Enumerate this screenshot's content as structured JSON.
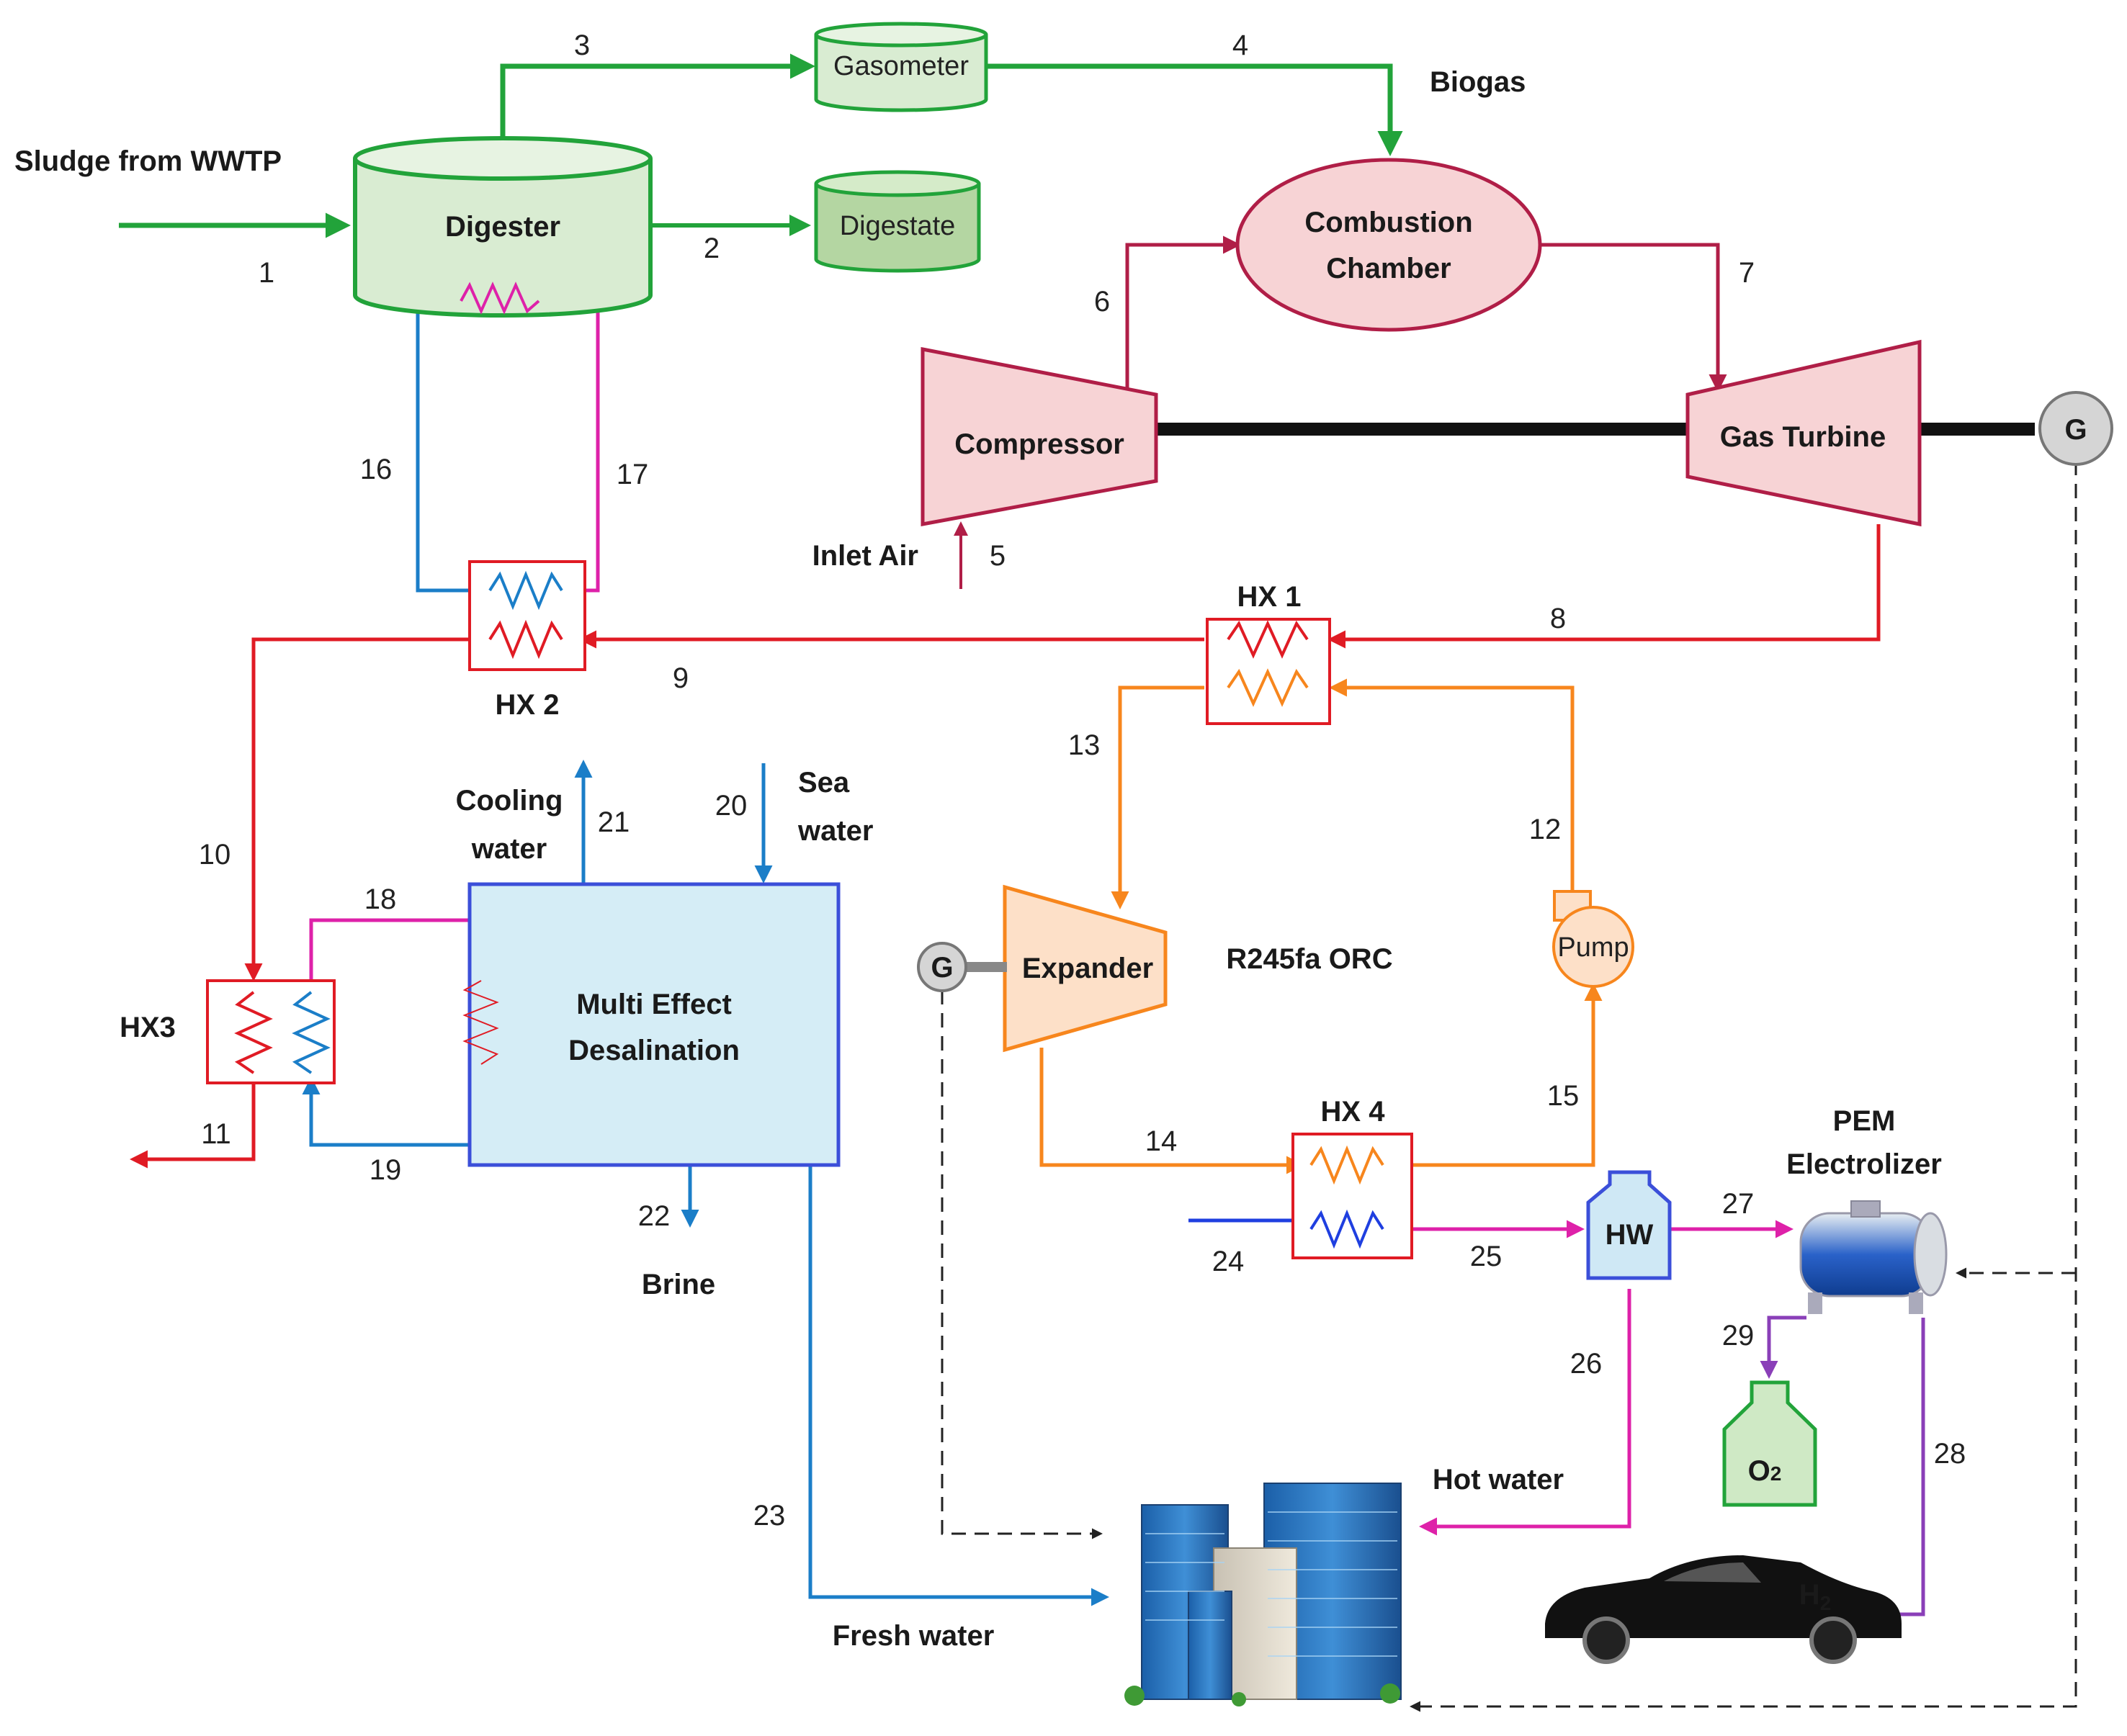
{
  "colors": {
    "green": "#22a33a",
    "crimson": "#b01e47",
    "red": "#e01b24",
    "orange": "#f7861d",
    "magenta": "#de21a9",
    "blue": "#1b7ec8",
    "violet": "#8a3fb8",
    "component_pink": "#f7d3d5",
    "component_green": "#d9ecd2",
    "med_fill": "#d5edf6"
  },
  "inputs": {
    "sludge": "Sludge from WWTP",
    "inlet_air": "Inlet Air",
    "biogas": "Biogas",
    "sea_water_1": "Sea",
    "sea_water_2": "water",
    "cooling_water_1": "Cooling",
    "cooling_water_2": "water"
  },
  "components": {
    "digester": "Digester",
    "gasometer": "Gasometer",
    "digestate": "Digestate",
    "combustion_1": "Combustion",
    "combustion_2": "Chamber",
    "compressor": "Compressor",
    "gas_turbine": "Gas Turbine",
    "generator_main": "G",
    "generator_orc": "G",
    "expander": "Expander",
    "pump": "Pump",
    "orc": "R245fa ORC",
    "hx1": "HX 1",
    "hx2": "HX 2",
    "hx3": "HX3",
    "hx4": "HX 4",
    "med_1": "Multi Effect",
    "med_2": "Desalination",
    "hw_tank": "HW",
    "pem_1": "PEM",
    "pem_2": "Electrolizer",
    "o2": "O",
    "o2_sub": "2"
  },
  "outputs": {
    "brine": "Brine",
    "fresh_water": "Fresh water",
    "hot_water": "Hot water",
    "h2": "H",
    "h2_sub": "2"
  },
  "streams": [
    "1",
    "2",
    "3",
    "4",
    "5",
    "6",
    "7",
    "8",
    "9",
    "10",
    "11",
    "12",
    "13",
    "14",
    "15",
    "16",
    "17",
    "18",
    "19",
    "20",
    "21",
    "22",
    "23",
    "24",
    "25",
    "26",
    "27",
    "28",
    "29"
  ]
}
